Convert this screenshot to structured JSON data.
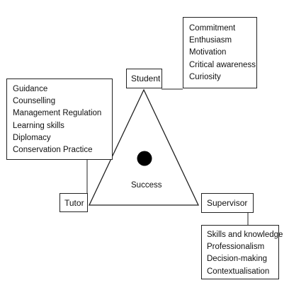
{
  "nodes": {
    "student": {
      "label": "Student",
      "items": [
        "Commitment",
        "Enthusiasm",
        "Motivation",
        "Critical awareness",
        "Curiosity"
      ]
    },
    "tutor": {
      "label": "Tutor",
      "items": [
        "Guidance",
        "Counselling",
        "Management Regulation",
        "Learning skills",
        "Diplomacy",
        "Conservation Practice"
      ]
    },
    "supervisor": {
      "label": "Supervisor",
      "items": [
        "Skills and knowledge",
        "Professionalism",
        "Decision-making",
        "Contextualisation"
      ]
    }
  },
  "center": {
    "label": "Success"
  }
}
